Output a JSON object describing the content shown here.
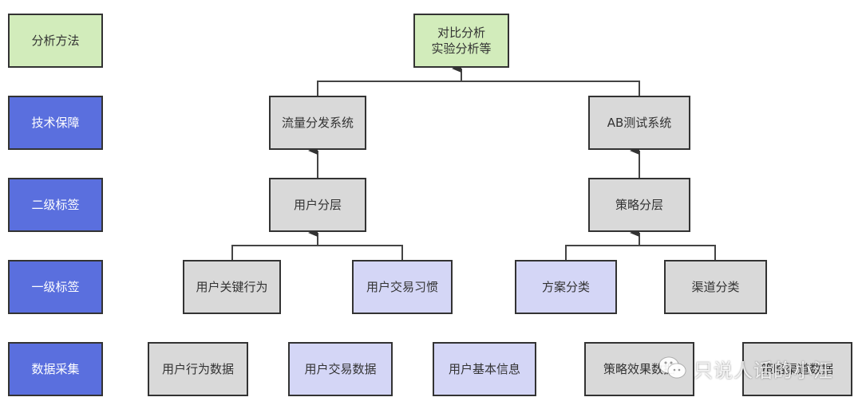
{
  "levels": [
    {
      "label": "分析方法",
      "color": "#d2ecbb"
    },
    {
      "label": "技术保障",
      "color": "#5a6fde"
    },
    {
      "label": "二级标签",
      "color": "#5a6fde"
    },
    {
      "label": "一级标签",
      "color": "#5a6fde"
    },
    {
      "label": "数据采集",
      "color": "#5a6fde"
    }
  ],
  "nodes": {
    "analysis": {
      "line1": "对比分析",
      "line2": "实验分析等"
    },
    "traffic_system": "流量分发系统",
    "ab_system": "AB测试系统",
    "user_layer": "用户分层",
    "strategy_layer": "策略分层",
    "user_key_behavior": "用户关键行为",
    "user_trade_habit": "用户交易习惯",
    "plan_category": "方案分类",
    "channel_category": "渠道分类",
    "data": [
      "用户行为数据",
      "用户交易数据",
      "用户基本信息",
      "策略效果数据",
      "策略渠道数据"
    ]
  },
  "colors": {
    "green": "#d2ecbb",
    "blue": "#5a6fde",
    "gray": "#d9d9d9",
    "lavender": "#d4d6f6",
    "border": "#333333"
  },
  "watermark": {
    "icon": "wechat-icon",
    "text": "只说人话的小汪"
  }
}
